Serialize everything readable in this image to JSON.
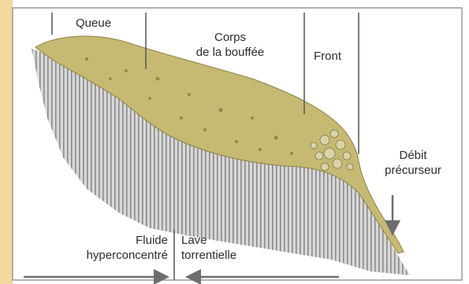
{
  "labels": {
    "queue": "Queue",
    "corps_line1": "Corps",
    "corps_line2": "de la bouffée",
    "front": "Front",
    "debit_line1": "Débit",
    "debit_line2": "précurseur",
    "fluide_line1": "Fluide",
    "fluide_line2": "hyperconcentré",
    "lave_line1": "Lave",
    "lave_line2": "torrentielle"
  },
  "colors": {
    "frame_border": "#9a9a9a",
    "frame_bg": "#ffffff",
    "left_strip": "#f4d79a",
    "flow_fill": "#c6ba72",
    "bed_stripes": "#8a8a8a",
    "text": "#2b2b2b",
    "arrow": "#6e6e6e"
  }
}
